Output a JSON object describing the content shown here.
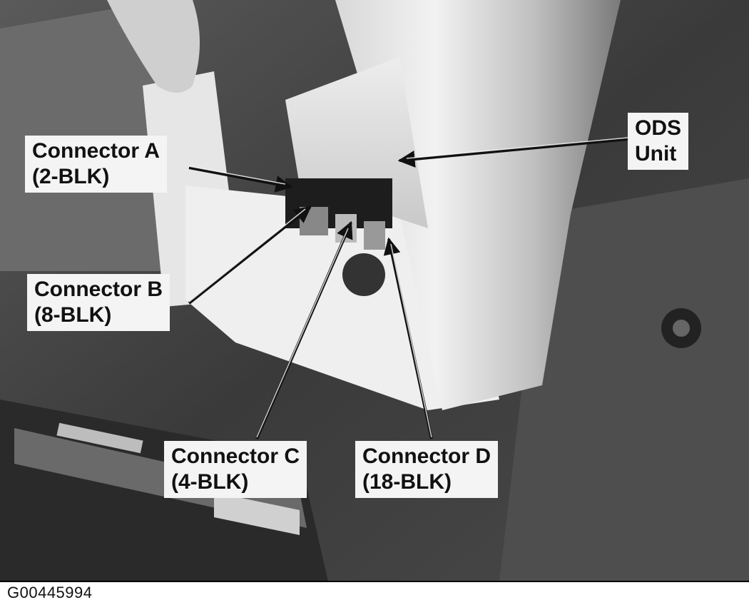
{
  "figure": {
    "caption_id": "G00445994",
    "labels": {
      "ods": {
        "line1": "ODS",
        "line2": "Unit"
      },
      "a": {
        "line1": "Connector A",
        "line2": "(2-BLK)"
      },
      "b": {
        "line1": "Connector B",
        "line2": "(8-BLK)"
      },
      "c": {
        "line1": "Connector C",
        "line2": "(4-BLK)"
      },
      "d": {
        "line1": "Connector D",
        "line2": "(18-BLK)"
      }
    }
  }
}
